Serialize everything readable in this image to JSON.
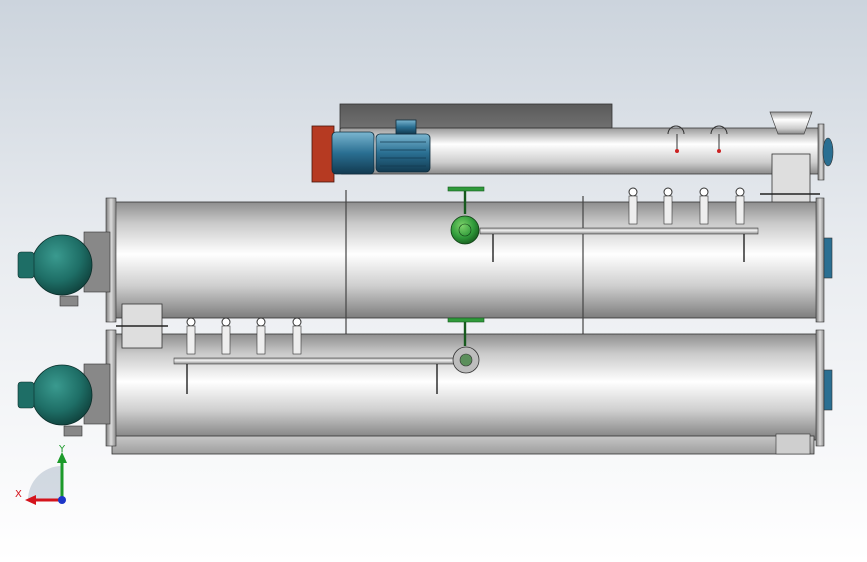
{
  "triad": {
    "x_label": "X",
    "y_label": "Y",
    "x_color": "#d4141c",
    "y_color": "#1c9a2a",
    "z_color": "#1c36c8"
  },
  "colors": {
    "motor_teal": "#1e6e66",
    "valve_green": "#2f9a3a",
    "drive_motor_blue": "#2a6f92",
    "coupling_red": "#b63a22",
    "hopper_dark": "#6f6f6f"
  },
  "components": [
    {
      "name": "upper-shell",
      "label": ""
    },
    {
      "name": "lower-shell",
      "label": ""
    },
    {
      "name": "screw-conveyor",
      "label": ""
    },
    {
      "name": "drive-motor",
      "label": ""
    }
  ]
}
